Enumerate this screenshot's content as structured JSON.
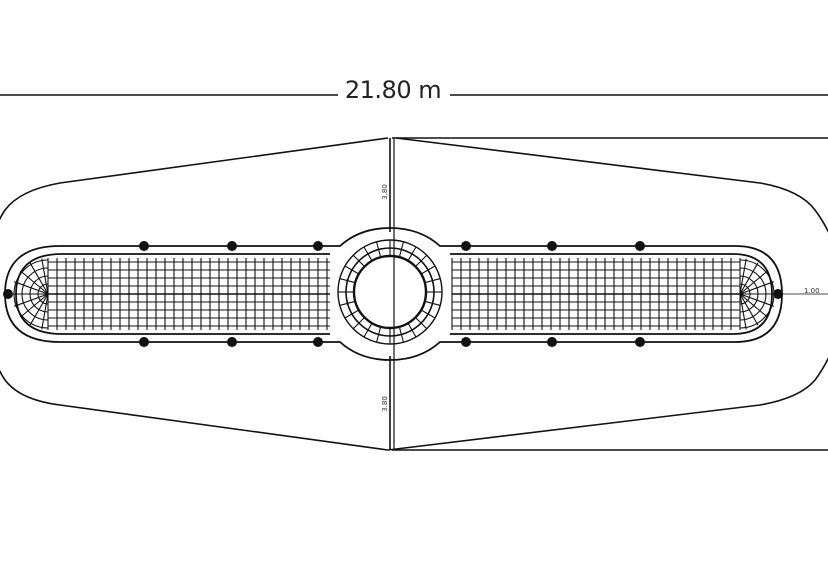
{
  "overall_dimension": "21.80 m",
  "vertical_dim_upper": "3.80",
  "vertical_dim_lower": "3.80",
  "end_dim_right": "1.00",
  "line_color": "#111111"
}
